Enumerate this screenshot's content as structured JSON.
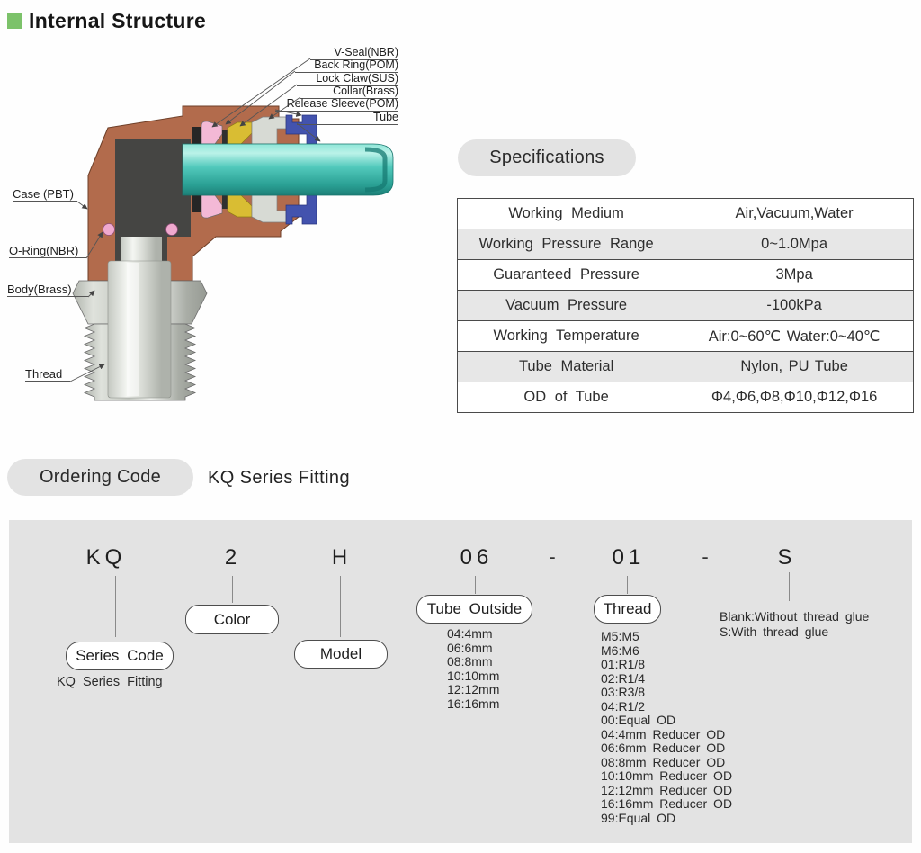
{
  "internal_structure": {
    "heading": "Internal Structure",
    "part_labels": {
      "v_seal": "V-Seal(NBR)",
      "back_ring": "Back Ring(POM)",
      "lock_claw": "Lock Claw(SUS)",
      "collar": "Collar(Brass)",
      "release_sleeve": "Release Sleeve(POM)",
      "tube": "Tube",
      "case": "Case (PBT)",
      "o_ring": "O-Ring(NBR)",
      "body": "Body(Brass)",
      "thread": "Thread"
    }
  },
  "specifications": {
    "heading": "Specifications",
    "rows": [
      {
        "label": "Working Medium",
        "value": "Air,Vacuum,Water"
      },
      {
        "label": "Working Pressure Range",
        "value": "0~1.0Mpa"
      },
      {
        "label": "Guaranteed Pressure",
        "value": "3Mpa"
      },
      {
        "label": "Vacuum Pressure",
        "value": "-100kPa"
      },
      {
        "label": "Working Temperature",
        "value": "Air:0~60℃  Water:0~40℃"
      },
      {
        "label": "Tube Material",
        "value": "Nylon, PU Tube"
      },
      {
        "label": "OD of Tube",
        "value": "Φ4,Φ6,Φ8,Φ10,Φ12,Φ16"
      }
    ]
  },
  "ordering_code": {
    "heading": "Ordering Code",
    "subtitle": "KQ Series Fitting",
    "segments": [
      "KQ",
      "2",
      "H",
      "06",
      "-",
      "01",
      "-",
      "S"
    ],
    "series_code_pill": "Series Code",
    "series_code_caption": "KQ Series Fitting",
    "color_pill": "Color",
    "model_pill": "Model",
    "tube_outside_pill": "Tube Outside",
    "thread_pill": "Thread",
    "tube_outside_options": [
      "04:4mm",
      "06:6mm",
      "08:8mm",
      "10:10mm",
      "12:12mm",
      "16:16mm"
    ],
    "thread_options": [
      "M5:M5",
      "M6:M6",
      "01:R1/8",
      "02:R1/4",
      "03:R3/8",
      "04:R1/2",
      "00:Equal OD",
      "04:4mm Reducer OD",
      "06:6mm Reducer OD",
      "08:8mm Reducer OD",
      "10:10mm Reducer OD",
      "12:12mm Reducer OD",
      "16:16mm Reducer OD",
      "99:Equal OD"
    ],
    "glue_notes": [
      "Blank:Without thread glue",
      "S:With thread glue"
    ]
  },
  "colors": {
    "accent_green": "#7cc26a",
    "panel_gray": "#e3e3e3",
    "table_row_gray": "#e7e7e7",
    "copper_case": "#b26b4c",
    "tube_teal": "#4cc4b8",
    "sleeve_blue": "#4353ae",
    "claw_gold": "#d9bd33",
    "seal_pink": "#f3b9d6"
  }
}
